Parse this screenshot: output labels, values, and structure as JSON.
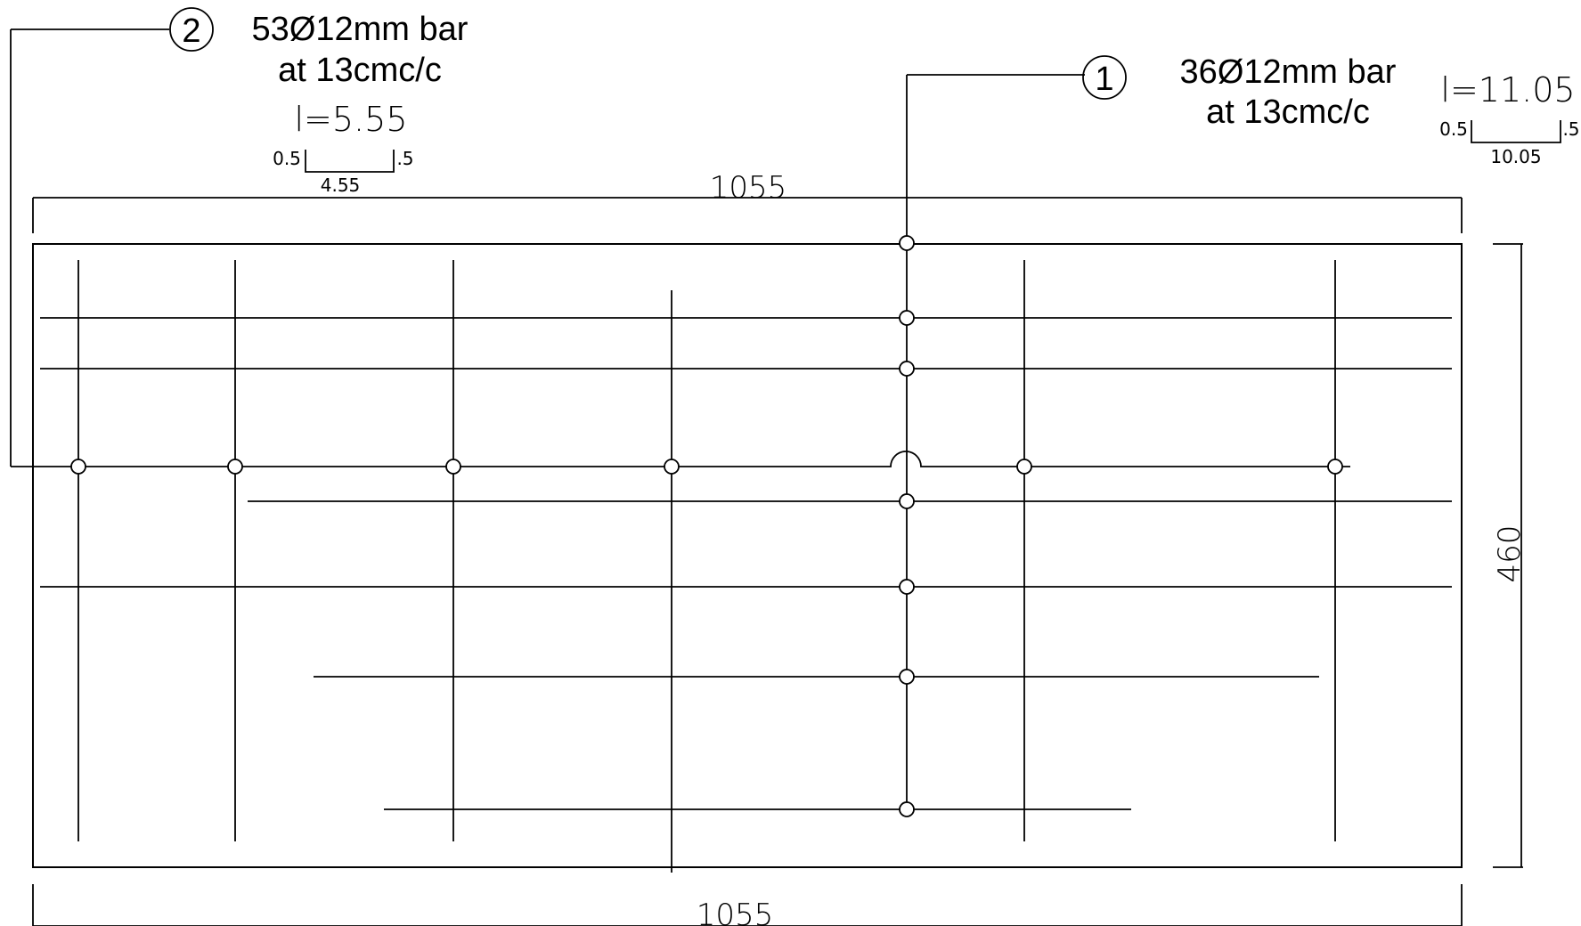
{
  "bar1": {
    "tag": "1",
    "line1": "36Ø12mm bar",
    "line2": "at 13cmc/c",
    "length": "l=11.05",
    "hook_left": "0.5",
    "hook_right": ".5",
    "straight": "10.05"
  },
  "bar2": {
    "tag": "2",
    "line1": "53Ø12mm bar",
    "line2": "at 13cmc/c",
    "length": "l=5.55",
    "hook_left": "0.5",
    "hook_right": ".5",
    "straight": "4.55"
  },
  "dimensions": {
    "top_width": "1055",
    "bottom_width": "1055",
    "height": "460"
  }
}
